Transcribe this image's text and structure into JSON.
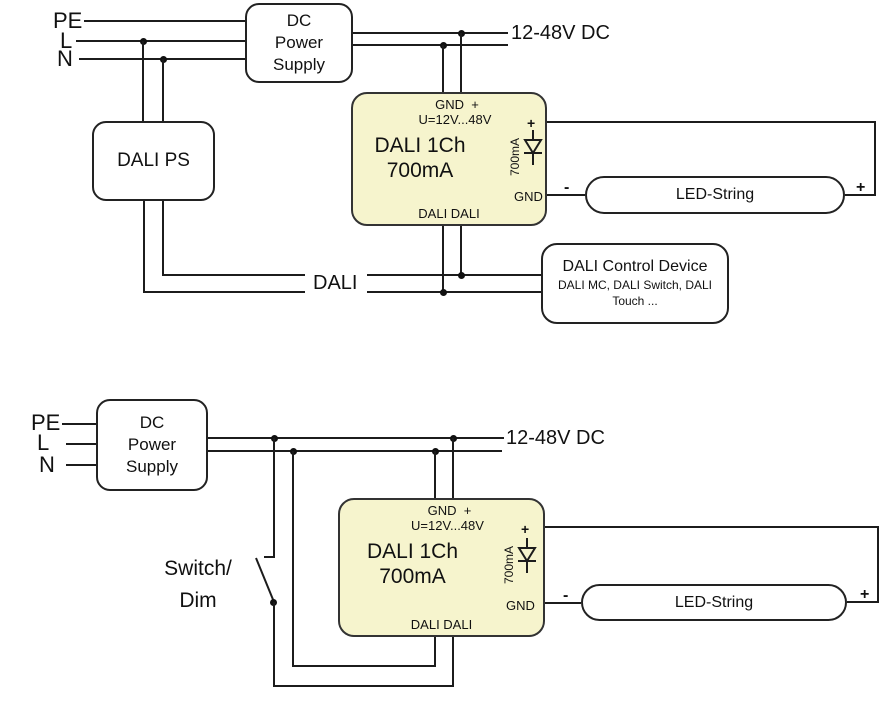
{
  "colors": {
    "module_fill": "#f6f4cd",
    "wire": "#1c1c1c",
    "background": "#ffffff"
  },
  "diagram1": {
    "inputs": {
      "pe": "PE",
      "l": "L",
      "n": "N"
    },
    "dc_power_supply": [
      "DC",
      "Power",
      "Supply"
    ],
    "dali_ps_label": "DALI PS",
    "dc_voltage_label": "12-48V DC",
    "module": {
      "top_pins": "GND  +",
      "voltage_range": "U=12V...48V",
      "name": "DALI 1Ch",
      "current": "700mA",
      "diode_plus": "+",
      "diode_current": "700mA",
      "gnd": "GND",
      "bottom_pins": "DALI DALI"
    },
    "output": {
      "minus": "-",
      "plus": "+",
      "led_string": "LED-String"
    },
    "dali_bus_label": "DALI",
    "control_device": {
      "title": "DALI Control Device",
      "subtitle_line1": "DALI MC, DALI Switch, DALI",
      "subtitle_line2": "Touch ..."
    }
  },
  "diagram2": {
    "inputs": {
      "pe": "PE",
      "l": "L",
      "n": "N"
    },
    "dc_power_supply": [
      "DC",
      "Power",
      "Supply"
    ],
    "dc_voltage_label": "12-48V DC",
    "switch_label_line1": "Switch/",
    "switch_label_line2": "Dim",
    "module": {
      "top_pins": "GND  +",
      "voltage_range": "U=12V...48V",
      "name": "DALI 1Ch",
      "current": "700mA",
      "diode_plus": "+",
      "diode_current": "700mA",
      "gnd": "GND",
      "bottom_pins": "DALI DALI"
    },
    "output": {
      "minus": "-",
      "plus": "+",
      "led_string": "LED-String"
    }
  }
}
